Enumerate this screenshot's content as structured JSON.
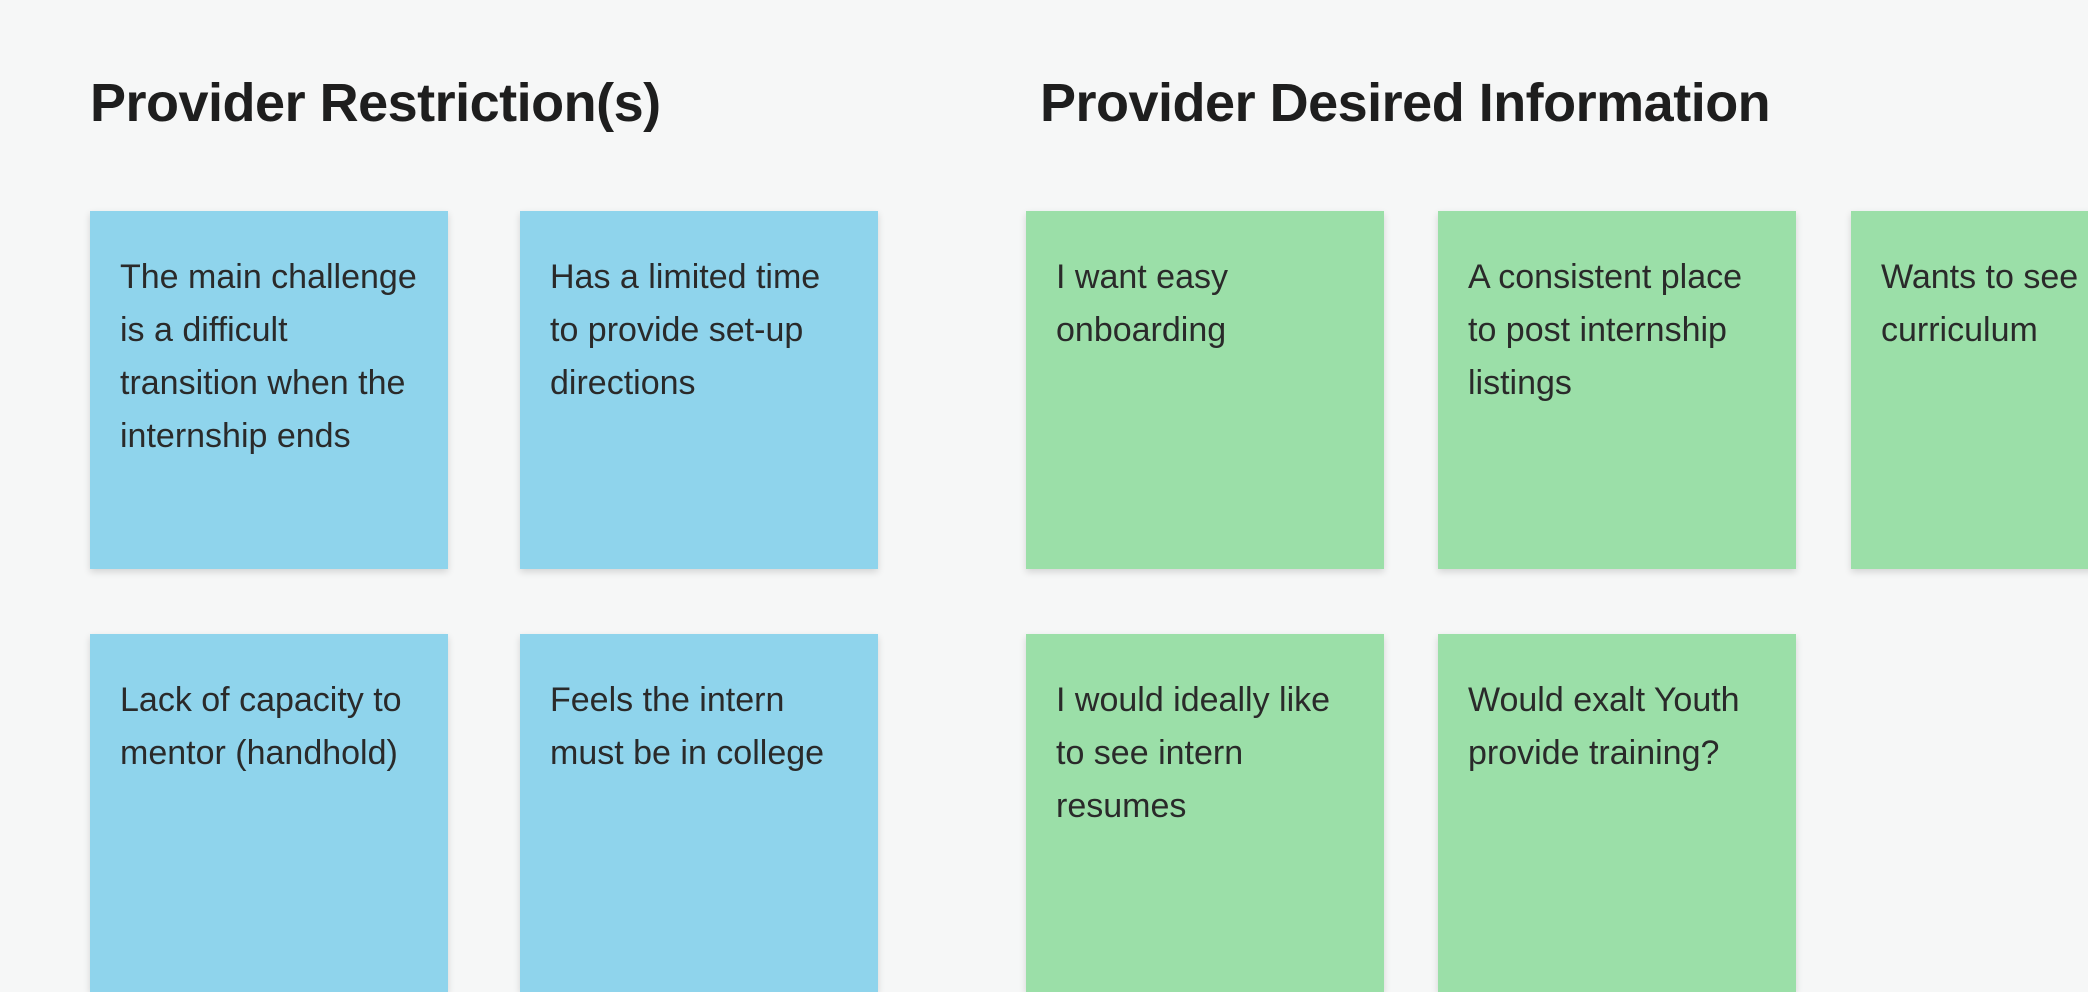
{
  "sections": {
    "restrictions": {
      "title": "Provider Restriction(s)",
      "notes": [
        "The main challenge is a difficult transition when the internship ends",
        "Has a limited time to provide set-up directions",
        "Lack of capacity to mentor (handhold)",
        "Feels the intern must be in college"
      ]
    },
    "desired": {
      "title": "Provider Desired Information",
      "notes": [
        "I want easy onboarding",
        "A consistent place to post internship listings",
        "Wants to see curriculum",
        "I would ideally like to see intern resumes",
        "Would exalt Youth provide training?"
      ]
    }
  },
  "colors": {
    "background": "#f6f7f7",
    "restriction_note": "#8fd4ec",
    "desired_note": "#9bdfa8",
    "title_text": "#1e1e1e"
  }
}
